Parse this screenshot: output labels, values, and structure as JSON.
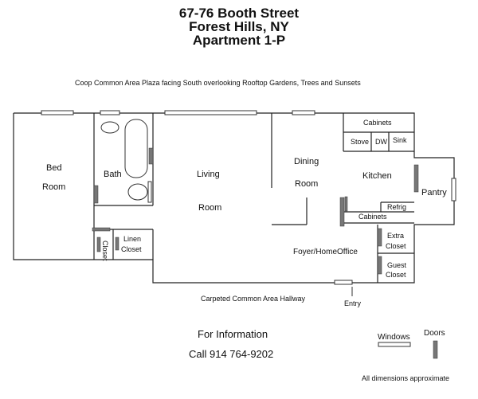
{
  "header": {
    "line1": "67-76 Booth Street",
    "line2": "Forest Hills, NY",
    "line3": "Apartment 1-P"
  },
  "caption_top": "Coop Common Area Plaza facing South overlooking Rooftop Gardens, Trees and Sunsets",
  "rooms": {
    "bed_line1": "Bed",
    "bed_line2": "Room",
    "bath": "Bath",
    "closet": "Closet",
    "linen_line1": "Linen",
    "linen_line2": "Closet",
    "living_line1": "Living",
    "living_line2": "Room",
    "dining_line1": "Dining",
    "dining_line2": "Room",
    "cabinets_top": "Cabinets",
    "stove": "Stove",
    "dw": "DW",
    "sink": "Sink",
    "kitchen": "Kitchen",
    "refrig": "Refrig",
    "cabinets_bottom": "Cabinets",
    "pantry": "Pantry",
    "extra_line1": "Extra",
    "extra_line2": "Closet",
    "guest_line1": "Guest",
    "guest_line2": "Closet",
    "foyer": "Foyer/HomeOffice"
  },
  "hallway": "Carpeted Common Area Hallway",
  "entry": "Entry",
  "info_line1": "For Information",
  "info_line2": "Call  914 764-9202",
  "legend": {
    "windows": "Windows",
    "doors": "Doors"
  },
  "footnote": "All dimensions approximate"
}
